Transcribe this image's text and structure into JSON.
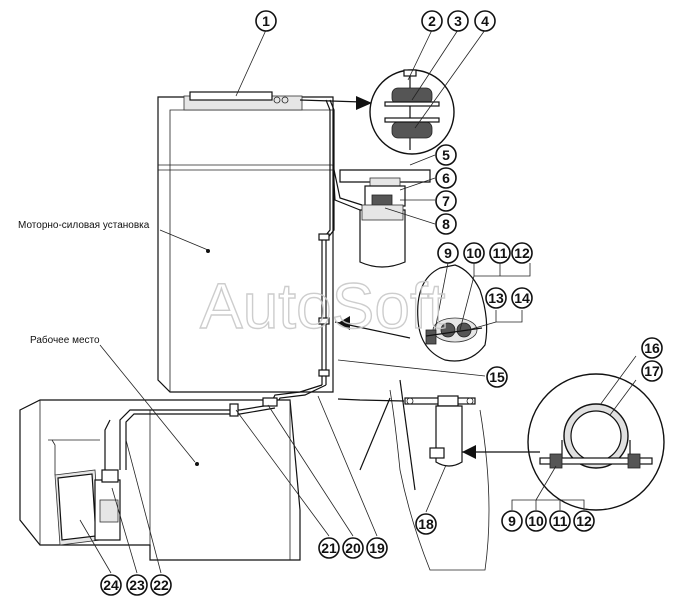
{
  "labels": {
    "engine": "Моторно-силовая установка",
    "workplace": "Рабочее место"
  },
  "watermark": "AutoSoft",
  "callouts": [
    "1",
    "2",
    "3",
    "4",
    "5",
    "6",
    "7",
    "8",
    "9",
    "10",
    "11",
    "12",
    "13",
    "14",
    "15",
    "16",
    "17",
    "18",
    "9",
    "10",
    "11",
    "12",
    "21",
    "20",
    "19",
    "24",
    "23",
    "22"
  ]
}
